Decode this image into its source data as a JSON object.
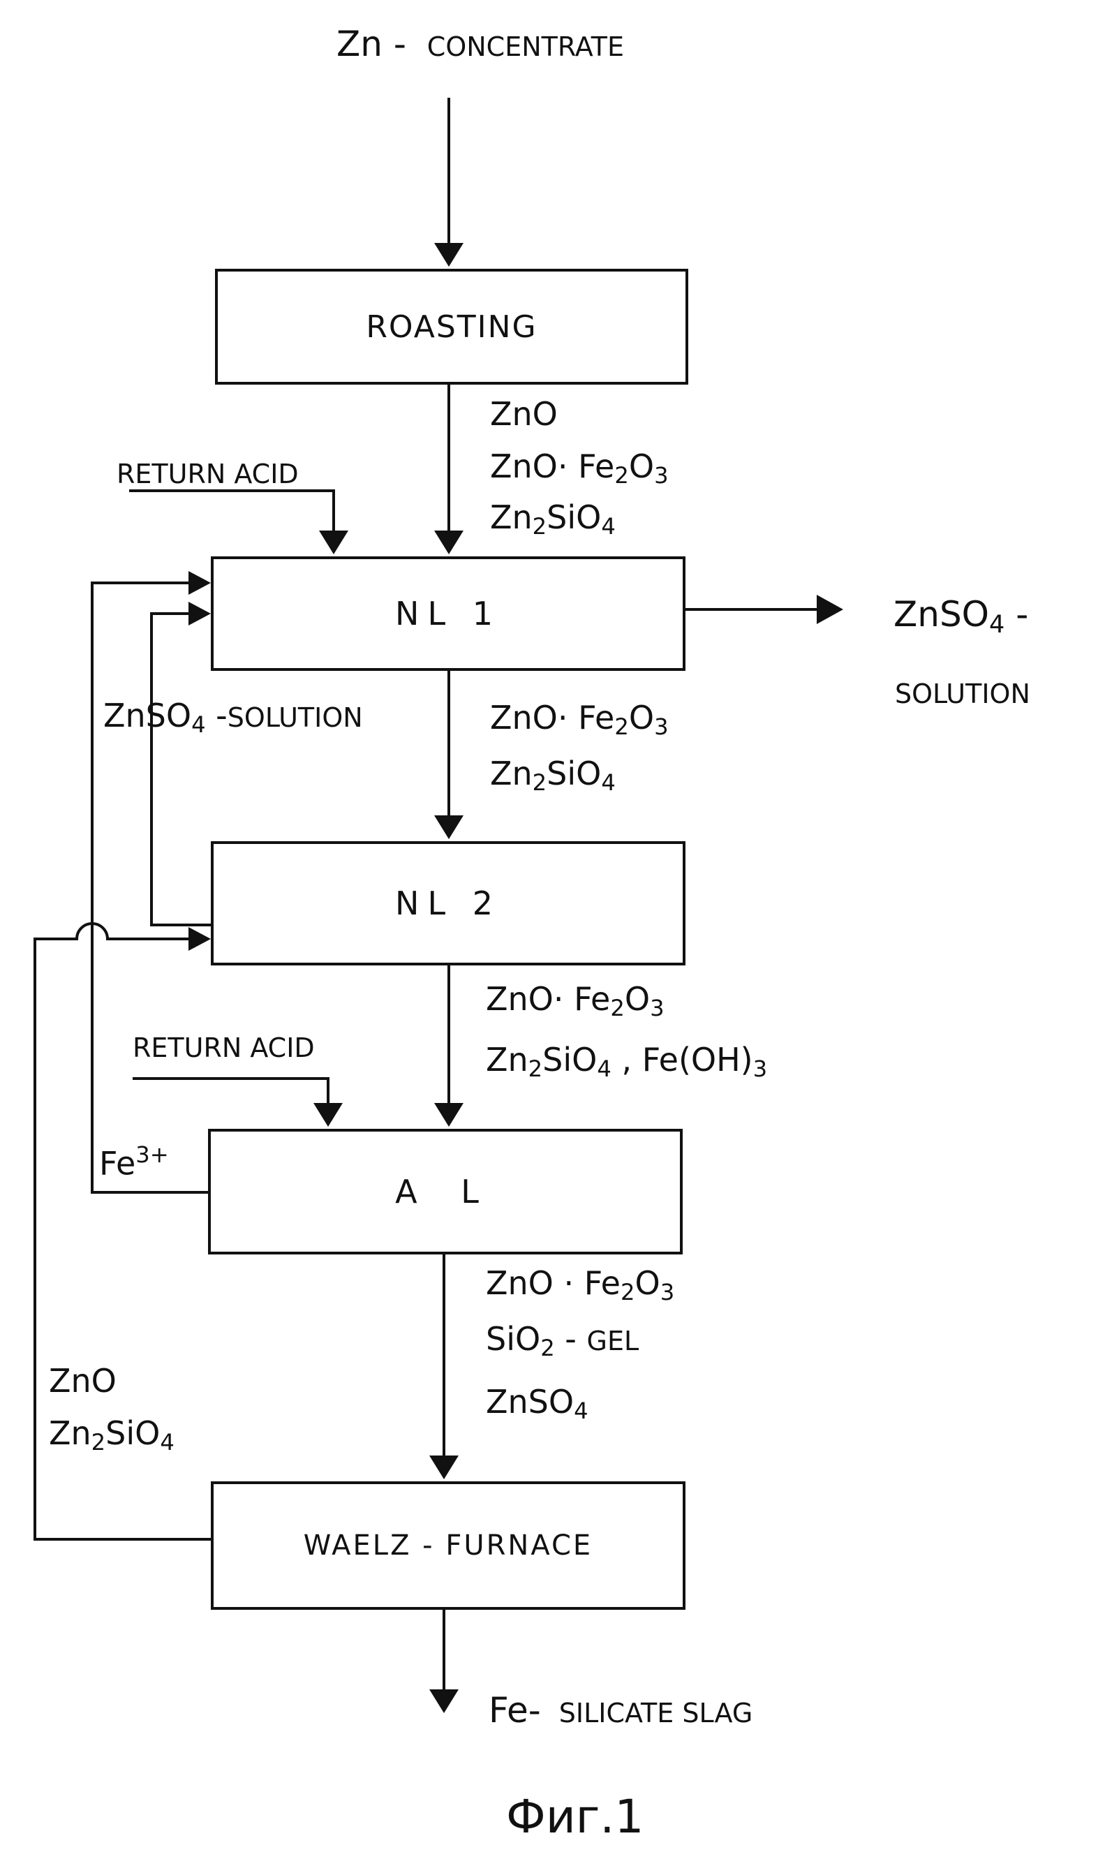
{
  "input_label": {
    "main": "Zn -",
    "detail": "CONCENTRATE"
  },
  "boxes": {
    "roasting": "ROASTING",
    "nl1": "NL 1",
    "nl2": "NL 2",
    "al": "A L",
    "waelz": "WAELZ - FURNACE"
  },
  "roasting_products": {
    "line1": "ZnO",
    "line2_a": "ZnO· Fe",
    "line2_b": "2",
    "line2_c": "O",
    "line2_d": "3",
    "line3_a": "Zn",
    "line3_b": "2",
    "line3_c": "SiO",
    "line3_d": "4"
  },
  "return_acid_1": "RETURN ACID",
  "return_acid_2": "RETURN ACID",
  "nl1_output": {
    "main_a": "ZnSO",
    "main_b": "4",
    "main_c": " -",
    "detail": "SOLUTION"
  },
  "nl1_products": {
    "line1_a": "ZnO· Fe",
    "line1_b": "2",
    "line1_c": "O",
    "line1_d": "3",
    "line2_a": "Zn",
    "line2_b": "2",
    "line2_c": "SiO",
    "line2_d": "4"
  },
  "recycle_solution": {
    "main_a": "ZnSO",
    "main_b": "4",
    "main_c": " -",
    "detail": "SOLUTION"
  },
  "nl2_products": {
    "line1_a": "ZnO· Fe",
    "line1_b": "2",
    "line1_c": "O",
    "line1_d": "3",
    "line2_a": "Zn",
    "line2_b": "2",
    "line2_c": "SiO",
    "line2_d": "4",
    "line2_e": " , Fe(OH)",
    "line2_f": "3"
  },
  "fe3_label": {
    "base": "Fe",
    "sup": "3+"
  },
  "al_products": {
    "line1_a": "ZnO · Fe",
    "line1_b": "2",
    "line1_c": "O",
    "line1_d": "3",
    "line2_a": "SiO",
    "line2_b": "2",
    "line2_c": " - ",
    "line2_d": "GEL",
    "line3_a": "ZnSO",
    "line3_b": "4"
  },
  "waelz_recycle": {
    "line1": "ZnO",
    "line2_a": "Zn",
    "line2_b": "2",
    "line2_c": "SiO",
    "line2_d": "4"
  },
  "output_label": {
    "main": "Fe-",
    "detail": "SILICATE SLAG"
  },
  "figure_caption": "Фиг.1"
}
